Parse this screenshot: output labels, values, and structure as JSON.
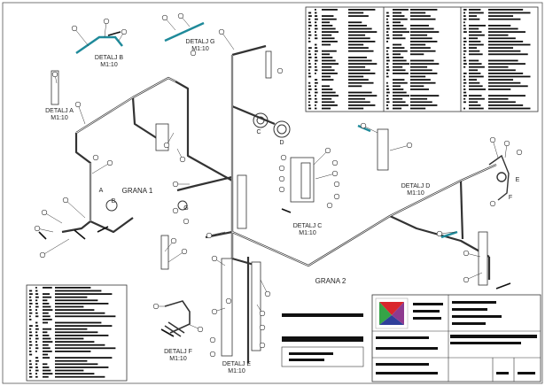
{
  "views": {
    "grana_1": "GRANA 1",
    "grana_2": "GRANA 2"
  },
  "details": [
    {
      "id": "a",
      "title": "DETALJ A",
      "scale": "M1:10"
    },
    {
      "id": "b",
      "title": "DETALJ B",
      "scale": "M1:10"
    },
    {
      "id": "c",
      "title": "DETALJ C",
      "scale": "M1:10"
    },
    {
      "id": "d",
      "title": "DETALJ D",
      "scale": "M1:10"
    },
    {
      "id": "e",
      "title": "DETALJ E",
      "scale": "M1:10"
    },
    {
      "id": "f",
      "title": "DETALJ F",
      "scale": "M1:10"
    },
    {
      "id": "g",
      "title": "DETALJ G",
      "scale": "M1:10"
    }
  ],
  "markers": {
    "a": "A",
    "b": "B",
    "c": "C",
    "d": "D",
    "e": "E",
    "f": "F",
    "g": "G"
  },
  "colors": {
    "line": "#222222",
    "pipe": "#3a3a3a",
    "valve": "#1f8a9a",
    "logo_red": "#d9262c",
    "logo_green": "#35a447",
    "logo_blue": "#2f3f9a",
    "logo_purple": "#8e3a8f"
  }
}
